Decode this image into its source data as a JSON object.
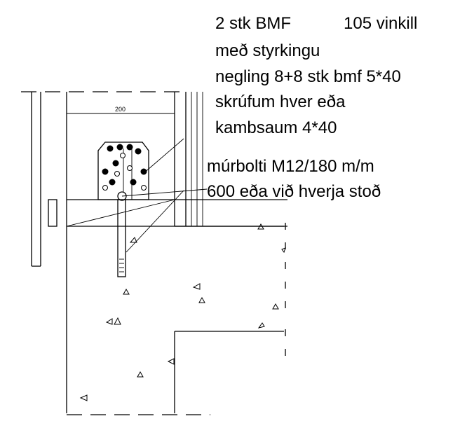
{
  "annotations": {
    "connector_line1": "2 stk BMF",
    "connector_line1b": "105 vinkill",
    "connector_line2": "með styrkingu",
    "connector_line3": "negling 8+8 stk bmf 5*40",
    "connector_line4": "skrúfum hver eða",
    "connector_line5": "kambsaum 4*40",
    "bolt_line1": "múrbolti M12/180 m/m",
    "bolt_line2": "600 eða við hverja stoð"
  },
  "dimension": {
    "width_label": "200"
  }
}
